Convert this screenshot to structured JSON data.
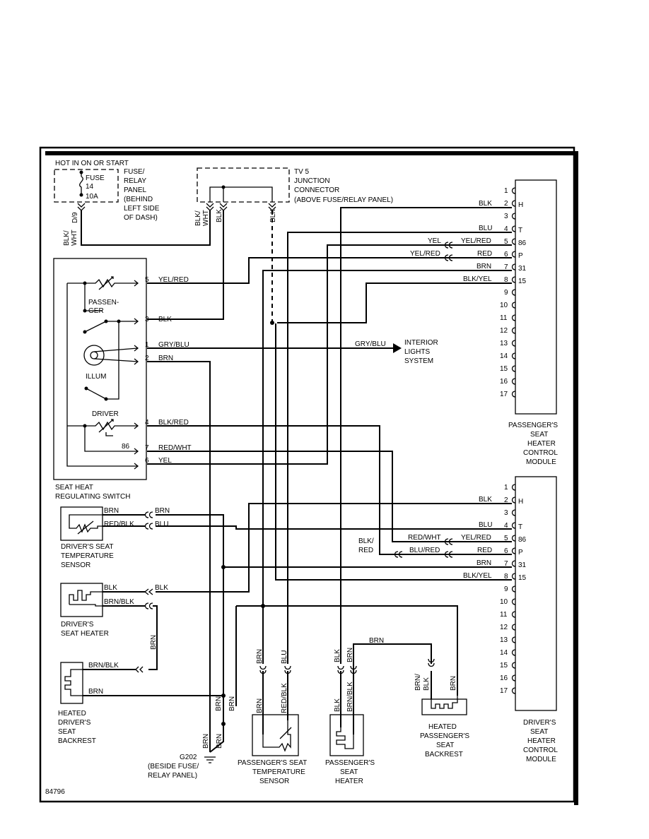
{
  "figure_id": "84796",
  "fuse_panel": {
    "hot_label": "HOT IN ON OR START",
    "fuse_label": "FUSE",
    "fuse_number": "14",
    "fuse_rating": "10A",
    "panel_label": [
      "FUSE/",
      "RELAY",
      "PANEL",
      "(BEHIND",
      "LEFT SIDE",
      "OF DASH)"
    ],
    "terminal": "D/9"
  },
  "junction": {
    "label": [
      "TV 5",
      "JUNCTION",
      "CONNECTOR",
      "(ABOVE FUSE/RELAY PANEL)"
    ],
    "wire_left": [
      "BLK/",
      "WHT"
    ],
    "wire_mid": "BLK",
    "wire_right": "BLK"
  },
  "feed_wire": [
    "BLK/",
    "WHT"
  ],
  "switch": {
    "label": [
      "SEAT HEAT",
      "REGULATING SWITCH"
    ],
    "passenger": [
      "PASSEN-",
      "GER"
    ],
    "illum": "ILLUM",
    "driver": "DRIVER",
    "term86": "86",
    "pins": [
      {
        "pin": "5",
        "wire": "YEL/RED"
      },
      {
        "pin": "3",
        "wire": "BLK"
      },
      {
        "pin": "1",
        "wire": "GRY/BLU"
      },
      {
        "pin": "2",
        "wire": "BRN"
      },
      {
        "pin": "4",
        "wire": "BLK/RED"
      },
      {
        "pin": "7",
        "wire": "RED/WHT"
      },
      {
        "pin": "6",
        "wire": "YEL"
      }
    ]
  },
  "interior": {
    "wire": "GRY/BLU",
    "label": [
      "INTERIOR",
      "LIGHTS",
      "SYSTEM"
    ]
  },
  "pass_module": {
    "label": [
      "PASSENGER'S",
      "SEAT",
      "HEATER",
      "CONTROL",
      "MODULE"
    ],
    "pins": [
      "1",
      "2",
      "3",
      "4",
      "5",
      "6",
      "7",
      "8",
      "9",
      "10",
      "11",
      "12",
      "13",
      "14",
      "15",
      "16",
      "17"
    ],
    "terms": [
      "H",
      "T",
      "86",
      "P",
      "31",
      "15"
    ],
    "wires": [
      {
        "pin": "2",
        "wire": "BLK"
      },
      {
        "pin": "4",
        "wire": "BLU"
      },
      {
        "pin": "5",
        "wire": "YEL",
        "wire2": "YEL/RED"
      },
      {
        "pin": "6",
        "wire": "YEL/RED",
        "wire2": "RED"
      },
      {
        "pin": "7",
        "wire": "BRN"
      },
      {
        "pin": "8",
        "wire": "BLK/YEL"
      }
    ]
  },
  "driver_module": {
    "label": [
      "DRIVER'S",
      "SEAT",
      "HEATER",
      "CONTROL",
      "MODULE"
    ],
    "pins": [
      "1",
      "2",
      "3",
      "4",
      "5",
      "6",
      "7",
      "8",
      "9",
      "10",
      "11",
      "12",
      "13",
      "14",
      "15",
      "16",
      "17"
    ],
    "terms": [
      "H",
      "T",
      "86",
      "P",
      "31",
      "15"
    ],
    "wires": [
      {
        "pin": "2",
        "wire": "BLK"
      },
      {
        "pin": "4",
        "wire": "BLU"
      },
      {
        "pin": "5",
        "wire": "RED/WHT",
        "wire2": "YEL/RED"
      },
      {
        "pin": "6",
        "wire": "BLU/RED",
        "wire2": "RED"
      },
      {
        "pin": "7",
        "wire": "BRN"
      },
      {
        "pin": "8",
        "wire": "BLK/YEL"
      }
    ],
    "blk_red": [
      "BLK/",
      "RED"
    ]
  },
  "drv_temp": {
    "label": [
      "DRIVER'S SEAT",
      "TEMPERATURE",
      "SENSOR"
    ],
    "wire_a": "BRN",
    "wire_a2": "BRN",
    "wire_b": "RED/BLK",
    "wire_b2": "BLU"
  },
  "drv_heater": {
    "label": [
      "DRIVER'S",
      "SEAT HEATER"
    ],
    "wire_a": "BLK",
    "wire_a2": "BLK",
    "wire_b": "BRN/BLK",
    "wire_vert": "BRN"
  },
  "drv_backrest": {
    "label": [
      "HEATED",
      "DRIVER'S",
      "SEAT",
      "BACKREST"
    ],
    "wire_a": "BRN/BLK",
    "wire_b": "BRN"
  },
  "ground": {
    "label": [
      "G202",
      "(BESIDE FUSE/",
      "RELAY PANEL)"
    ],
    "wires": [
      "BRN",
      "BRN",
      "BRN",
      "BRN"
    ]
  },
  "pass_temp": {
    "label": [
      "PASSENGER'S SEAT",
      "TEMPERATURE",
      "SENSOR"
    ],
    "wires_top": [
      "BRN",
      "BLU"
    ],
    "wires_bottom": [
      "BRN",
      "RED/BLK"
    ]
  },
  "pass_heater": {
    "label": [
      "PASSENGER'S",
      "SEAT",
      "HEATER"
    ],
    "wires_top": [
      "BLK",
      "BRN"
    ],
    "wires_bottom": [
      "BLK",
      "BRN/BLK"
    ]
  },
  "pass_backrest": {
    "label": [
      "HEATED",
      "PASSENGER'S",
      "SEAT",
      "BACKREST"
    ],
    "wire_top": "BRN",
    "wires": [
      "BRN/",
      "BLK",
      "BRN"
    ]
  }
}
